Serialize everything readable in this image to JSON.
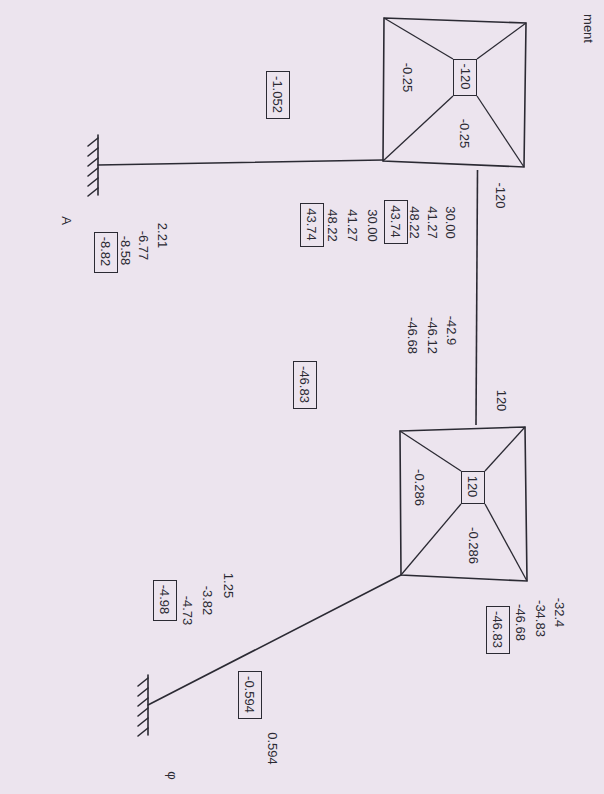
{
  "diagram": {
    "nodes": [
      {
        "text": [
          "-0.25",
          "-0.25"
        ]
      },
      {
        "text": [
          "-120"
        ],
        "in": 0
      },
      {
        "text": [
          "-0.286",
          "-0.286"
        ]
      },
      {
        "text": [
          "120"
        ],
        "in": 2
      },
      {
        "text": [
          "43.74"
        ]
      },
      {
        "text": [
          "43.74"
        ]
      },
      {
        "text": [
          "-1.052"
        ]
      },
      {
        "text": [
          "-8.82"
        ]
      },
      {
        "text": [
          "-46.83"
        ]
      },
      {
        "text": [
          "-46.83"
        ]
      },
      {
        "text": [
          "-4.98"
        ]
      },
      {
        "text": [
          "-0.594"
        ]
      }
    ],
    "edges": [
      {
        "from": 0,
        "to": 2,
        "arrow": "none"
      }
    ],
    "labels": [
      "ment",
      "-120",
      "120",
      "30.00",
      "41.27",
      "48.22",
      "30.00",
      "41.27",
      "48.22",
      "-42.9",
      "-46.12",
      "-46.68",
      "-32.4",
      "-34.83",
      "-46.68",
      "2.21",
      "-6.77",
      "-8.58",
      "1.25",
      "-3.82",
      "-4.73",
      "0.594",
      "A",
      "φ"
    ]
  }
}
